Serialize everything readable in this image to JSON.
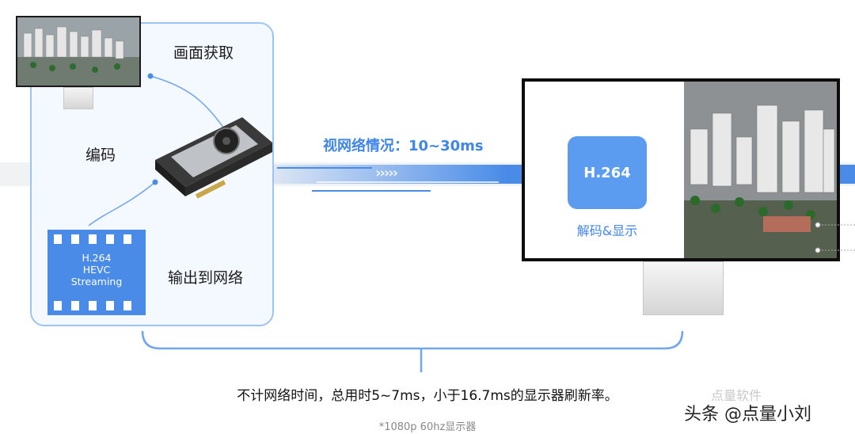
{
  "left_panel": {
    "capture_label": "画面获取",
    "encode_label": "编码",
    "output_label": "输出到网络",
    "film_lines": [
      "H.264",
      "HEVC",
      "Streaming"
    ]
  },
  "network": {
    "label": "视网络情况：10~30ms"
  },
  "decoder": {
    "codec_label": "H.264",
    "decode_label": "解码&显示"
  },
  "caption": "不计网络时间，总用时5~7ms，小于16.7ms的显示器刷新率。",
  "footnote": "*1080p 60hz显示器",
  "watermark": {
    "brand": "点量软件",
    "author": "头条 @点量小刘"
  },
  "colors": {
    "accent": "#4a8be8",
    "panel_border": "#9cc4f3",
    "panel_bg": "#f4f8ff"
  }
}
